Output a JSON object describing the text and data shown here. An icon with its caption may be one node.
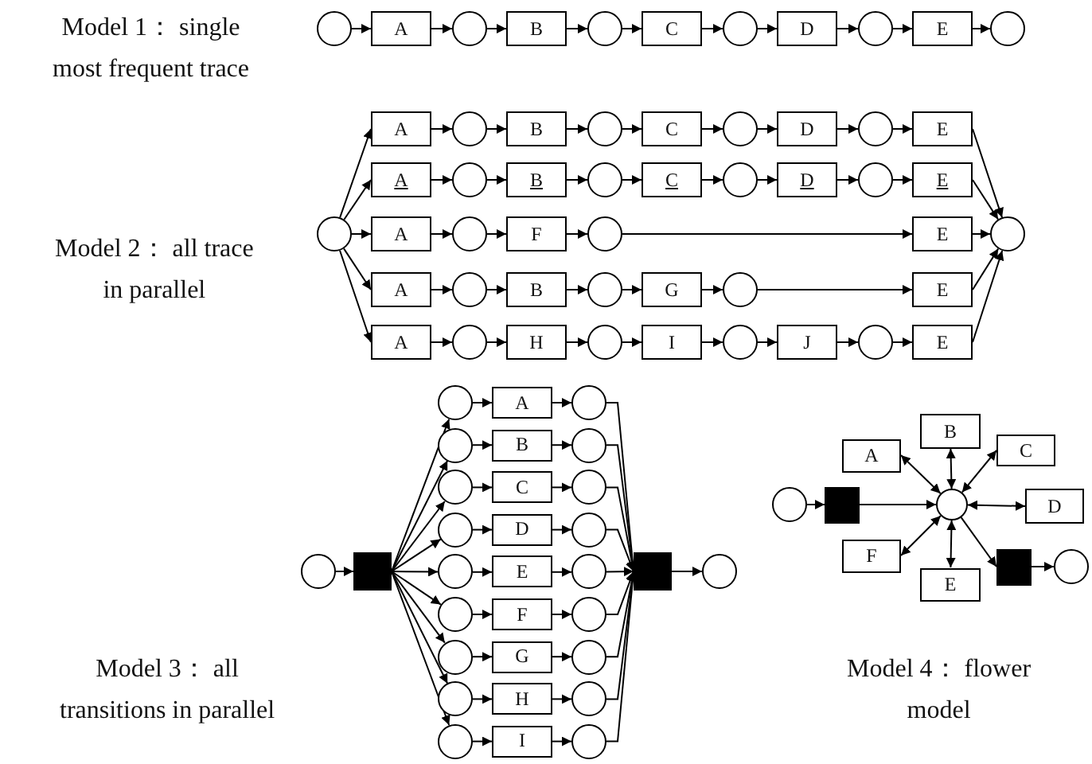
{
  "diagram": {
    "nodes": [
      {
        "text": [],
        "shape": "circle"
      },
      {
        "text": [
          "A"
        ]
      },
      {
        "text": [],
        "shape": "circle"
      },
      {
        "text": [
          "B"
        ]
      },
      {
        "text": [],
        "shape": "circle"
      },
      {
        "text": [
          "C"
        ]
      },
      {
        "text": [],
        "shape": "circle"
      },
      {
        "text": [
          "D"
        ]
      },
      {
        "text": [],
        "shape": "circle"
      },
      {
        "text": [
          "E"
        ]
      },
      {
        "text": [],
        "shape": "circle"
      },
      {
        "text": [],
        "shape": "circle"
      },
      {
        "text": [
          "A"
        ]
      },
      {
        "text": [],
        "shape": "circle"
      },
      {
        "text": [
          "B"
        ]
      },
      {
        "text": [],
        "shape": "circle"
      },
      {
        "text": [
          "C"
        ]
      },
      {
        "text": [],
        "shape": "circle"
      },
      {
        "text": [
          "D"
        ]
      },
      {
        "text": [],
        "shape": "circle"
      },
      {
        "text": [
          "E"
        ]
      },
      {
        "text": [
          "A"
        ]
      },
      {
        "text": [],
        "shape": "circle"
      },
      {
        "text": [
          "B"
        ]
      },
      {
        "text": [],
        "shape": "circle"
      },
      {
        "text": [
          "C"
        ]
      },
      {
        "text": [],
        "shape": "circle"
      },
      {
        "text": [
          "D"
        ]
      },
      {
        "text": [],
        "shape": "circle"
      },
      {
        "text": [
          "E"
        ]
      },
      {
        "text": [
          "A"
        ]
      },
      {
        "text": [],
        "shape": "circle"
      },
      {
        "text": [
          "F"
        ]
      },
      {
        "text": [],
        "shape": "circle"
      },
      {
        "text": [
          "E"
        ]
      },
      {
        "text": [
          "A"
        ]
      },
      {
        "text": [],
        "shape": "circle"
      },
      {
        "text": [
          "B"
        ]
      },
      {
        "text": [],
        "shape": "circle"
      },
      {
        "text": [
          "G"
        ]
      },
      {
        "text": [],
        "shape": "circle"
      },
      {
        "text": [
          "E"
        ]
      },
      {
        "text": [
          "A"
        ]
      },
      {
        "text": [],
        "shape": "circle"
      },
      {
        "text": [
          "H"
        ]
      },
      {
        "text": [],
        "shape": "circle"
      },
      {
        "text": [
          "I"
        ]
      },
      {
        "text": [],
        "shape": "circle"
      },
      {
        "text": [
          "J"
        ]
      },
      {
        "text": [],
        "shape": "circle"
      },
      {
        "text": [
          "E"
        ]
      },
      {
        "text": [],
        "shape": "circle"
      },
      {
        "text": [],
        "shape": "circle"
      },
      {
        "text": [],
        "shape": "box"
      },
      {
        "text": [],
        "shape": "circle"
      },
      {
        "text": [
          "A"
        ]
      },
      {
        "text": [],
        "shape": "circle"
      },
      {
        "text": [],
        "shape": "circle"
      },
      {
        "text": [
          "B"
        ]
      },
      {
        "text": [],
        "shape": "circle"
      },
      {
        "text": [],
        "shape": "circle"
      },
      {
        "text": [
          "C"
        ]
      },
      {
        "text": [],
        "shape": "circle"
      },
      {
        "text": [],
        "shape": "circle"
      },
      {
        "text": [
          "D"
        ]
      },
      {
        "text": [],
        "shape": "circle"
      },
      {
        "text": [],
        "shape": "circle"
      },
      {
        "text": [
          "E"
        ]
      },
      {
        "text": [],
        "shape": "circle"
      },
      {
        "text": [],
        "shape": "circle"
      },
      {
        "text": [
          "F"
        ]
      },
      {
        "text": [],
        "shape": "circle"
      },
      {
        "text": [],
        "shape": "circle"
      },
      {
        "text": [
          "G"
        ]
      },
      {
        "text": [],
        "shape": "circle"
      },
      {
        "text": [],
        "shape": "circle"
      },
      {
        "text": [
          "H"
        ]
      },
      {
        "text": [],
        "shape": "circle"
      },
      {
        "text": [],
        "shape": "circle"
      },
      {
        "text": [
          "I"
        ]
      },
      {
        "text": [],
        "shape": "circle"
      },
      {
        "text": [],
        "shape": "box"
      },
      {
        "text": [],
        "shape": "circle"
      },
      {
        "text": [],
        "shape": "circle"
      },
      {
        "text": [],
        "shape": "box"
      },
      {
        "text": [],
        "shape": "circle"
      },
      {
        "text": [
          "A"
        ]
      },
      {
        "text": [
          "B"
        ]
      },
      {
        "text": [
          "C"
        ]
      },
      {
        "text": [
          "D"
        ]
      },
      {
        "text": [
          "E"
        ]
      },
      {
        "text": [
          "F"
        ]
      },
      {
        "text": [],
        "shape": "box"
      },
      {
        "text": [],
        "shape": "circle"
      }
    ],
    "edges": [
      {
        "from": 0,
        "to": 1,
        "arrow": "to"
      },
      {
        "from": 1,
        "to": 2,
        "arrow": "to"
      },
      {
        "from": 2,
        "to": 3,
        "arrow": "to"
      },
      {
        "from": 3,
        "to": 4,
        "arrow": "to"
      },
      {
        "from": 4,
        "to": 5,
        "arrow": "to"
      },
      {
        "from": 5,
        "to": 6,
        "arrow": "to"
      },
      {
        "from": 6,
        "to": 7,
        "arrow": "to"
      },
      {
        "from": 7,
        "to": 8,
        "arrow": "to"
      },
      {
        "from": 8,
        "to": 9,
        "arrow": "to"
      },
      {
        "from": 9,
        "to": 10,
        "arrow": "to"
      },
      {
        "from": 11,
        "to": 12,
        "arrow": "to"
      },
      {
        "from": 11,
        "to": 21,
        "arrow": "to"
      },
      {
        "from": 11,
        "to": 30,
        "arrow": "to"
      },
      {
        "from": 11,
        "to": 35,
        "arrow": "to"
      },
      {
        "from": 11,
        "to": 42,
        "arrow": "to"
      },
      {
        "from": 12,
        "to": 13,
        "arrow": "to"
      },
      {
        "from": 13,
        "to": 14,
        "arrow": "to"
      },
      {
        "from": 14,
        "to": 15,
        "arrow": "to"
      },
      {
        "from": 15,
        "to": 16,
        "arrow": "to"
      },
      {
        "from": 16,
        "to": 17,
        "arrow": "to"
      },
      {
        "from": 17,
        "to": 18,
        "arrow": "to"
      },
      {
        "from": 18,
        "to": 19,
        "arrow": "to"
      },
      {
        "from": 19,
        "to": 20,
        "arrow": "to"
      },
      {
        "from": 21,
        "to": 22,
        "arrow": "to"
      },
      {
        "from": 22,
        "to": 23,
        "arrow": "to"
      },
      {
        "from": 23,
        "to": 24,
        "arrow": "to"
      },
      {
        "from": 24,
        "to": 25,
        "arrow": "to"
      },
      {
        "from": 25,
        "to": 26,
        "arrow": "to"
      },
      {
        "from": 26,
        "to": 27,
        "arrow": "to"
      },
      {
        "from": 27,
        "to": 28,
        "arrow": "to"
      },
      {
        "from": 28,
        "to": 29,
        "arrow": "to"
      },
      {
        "from": 30,
        "to": 31,
        "arrow": "to"
      },
      {
        "from": 31,
        "to": 32,
        "arrow": "to"
      },
      {
        "from": 32,
        "to": 33,
        "arrow": "to"
      },
      {
        "from": 33,
        "to": 34,
        "arrow": "to"
      },
      {
        "from": 35,
        "to": 36,
        "arrow": "to"
      },
      {
        "from": 36,
        "to": 37,
        "arrow": "to"
      },
      {
        "from": 37,
        "to": 38,
        "arrow": "to"
      },
      {
        "from": 38,
        "to": 39,
        "arrow": "to"
      },
      {
        "from": 39,
        "to": 40,
        "arrow": "to"
      },
      {
        "from": 40,
        "to": 41,
        "arrow": "to"
      },
      {
        "from": 42,
        "to": 43,
        "arrow": "to"
      },
      {
        "from": 43,
        "to": 44,
        "arrow": "to"
      },
      {
        "from": 44,
        "to": 45,
        "arrow": "to"
      },
      {
        "from": 45,
        "to": 46,
        "arrow": "to"
      },
      {
        "from": 46,
        "to": 47,
        "arrow": "to"
      },
      {
        "from": 47,
        "to": 48,
        "arrow": "to"
      },
      {
        "from": 48,
        "to": 49,
        "arrow": "to"
      },
      {
        "from": 49,
        "to": 50,
        "arrow": "to"
      },
      {
        "from": 20,
        "to": 51,
        "arrow": "to"
      },
      {
        "from": 29,
        "to": 51,
        "arrow": "to"
      },
      {
        "from": 34,
        "to": 51,
        "arrow": "to"
      },
      {
        "from": 41,
        "to": 51,
        "arrow": "to"
      },
      {
        "from": 50,
        "to": 51,
        "arrow": "to"
      },
      {
        "from": 52,
        "to": 53,
        "arrow": "to"
      },
      {
        "from": 53,
        "to": 54,
        "arrow": "to"
      },
      {
        "from": 53,
        "to": 57,
        "arrow": "to"
      },
      {
        "from": 53,
        "to": 60,
        "arrow": "to"
      },
      {
        "from": 53,
        "to": 63,
        "arrow": "to"
      },
      {
        "from": 53,
        "to": 66,
        "arrow": "to"
      },
      {
        "from": 53,
        "to": 69,
        "arrow": "to"
      },
      {
        "from": 53,
        "to": 72,
        "arrow": "to"
      },
      {
        "from": 53,
        "to": 75,
        "arrow": "to"
      },
      {
        "from": 53,
        "to": 78,
        "arrow": "to"
      },
      {
        "from": 54,
        "to": 55,
        "arrow": "to"
      },
      {
        "from": 55,
        "to": 56,
        "arrow": "to"
      },
      {
        "from": 57,
        "to": 58,
        "arrow": "to"
      },
      {
        "from": 58,
        "to": 59,
        "arrow": "to"
      },
      {
        "from": 60,
        "to": 61,
        "arrow": "to"
      },
      {
        "from": 61,
        "to": 62,
        "arrow": "to"
      },
      {
        "from": 63,
        "to": 64,
        "arrow": "to"
      },
      {
        "from": 64,
        "to": 65,
        "arrow": "to"
      },
      {
        "from": 66,
        "to": 67,
        "arrow": "to"
      },
      {
        "from": 67,
        "to": 68,
        "arrow": "to"
      },
      {
        "from": 69,
        "to": 70,
        "arrow": "to"
      },
      {
        "from": 70,
        "to": 71,
        "arrow": "to"
      },
      {
        "from": 72,
        "to": 73,
        "arrow": "to"
      },
      {
        "from": 73,
        "to": 74,
        "arrow": "to"
      },
      {
        "from": 75,
        "to": 76,
        "arrow": "to"
      },
      {
        "from": 76,
        "to": 77,
        "arrow": "to"
      },
      {
        "from": 78,
        "to": 79,
        "arrow": "to"
      },
      {
        "from": 79,
        "to": 80,
        "arrow": "to"
      },
      {
        "from": 56,
        "to": 81,
        "arrow": "to"
      },
      {
        "from": 59,
        "to": 81,
        "arrow": "to"
      },
      {
        "from": 62,
        "to": 81,
        "arrow": "to"
      },
      {
        "from": 65,
        "to": 81,
        "arrow": "to"
      },
      {
        "from": 68,
        "to": 81,
        "arrow": "to"
      },
      {
        "from": 71,
        "to": 81,
        "arrow": "to"
      },
      {
        "from": 74,
        "to": 81,
        "arrow": "to"
      },
      {
        "from": 77,
        "to": 81,
        "arrow": "to"
      },
      {
        "from": 80,
        "to": 81,
        "arrow": "to"
      },
      {
        "from": 81,
        "to": 82,
        "arrow": "to"
      },
      {
        "from": 83,
        "to": 84,
        "arrow": "to"
      },
      {
        "from": 84,
        "to": 85,
        "arrow": "to"
      },
      {
        "from": 85,
        "to": 86,
        "arrow": "both"
      },
      {
        "from": 85,
        "to": 87,
        "arrow": "both"
      },
      {
        "from": 85,
        "to": 88,
        "arrow": "both"
      },
      {
        "from": 85,
        "to": 89,
        "arrow": "both"
      },
      {
        "from": 85,
        "to": 90,
        "arrow": "both"
      },
      {
        "from": 85,
        "to": 91,
        "arrow": "both"
      },
      {
        "from": 85,
        "to": 92,
        "arrow": "to"
      },
      {
        "from": 92,
        "to": 93,
        "arrow": "to"
      }
    ],
    "labels": [
      "Model 1： single most frequent trace",
      "Model 2： all trace in parallel",
      "Model 3： all transitions in parallel",
      "Model 4： flower model"
    ]
  }
}
